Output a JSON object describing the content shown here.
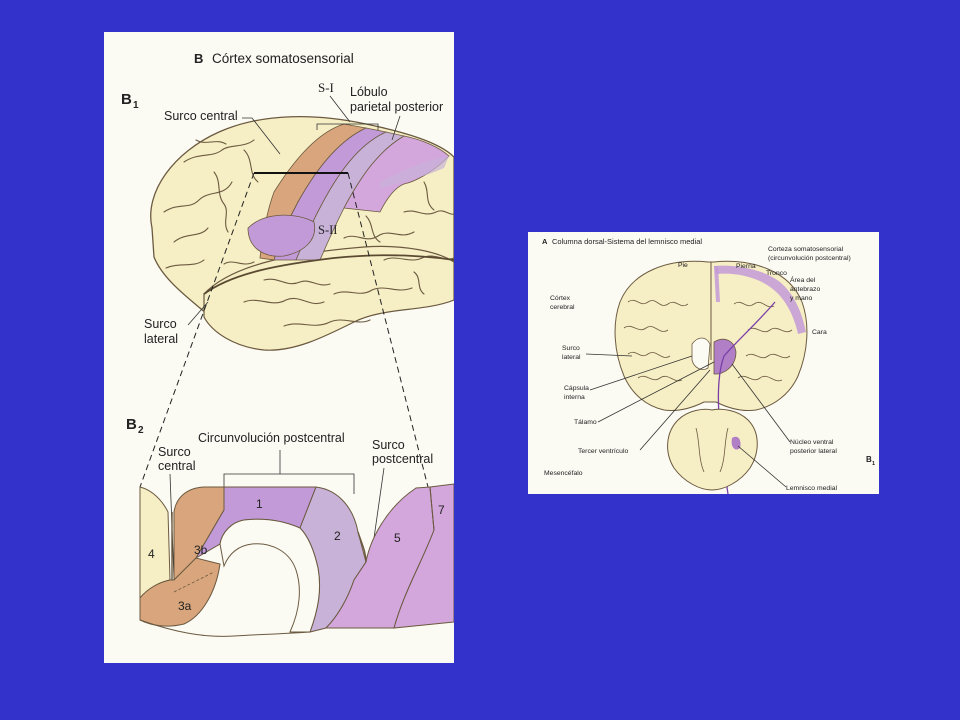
{
  "left_figure": {
    "title_letter": "B",
    "title": "Córtex somatosensorial",
    "b1": {
      "panel_label": "B",
      "panel_sub": "1",
      "surco_central": "Surco central",
      "s1": "S-I",
      "lobulo_line1": "Lóbulo",
      "lobulo_line2": "parietal posterior",
      "s2": "S-II",
      "surco_lateral_line1": "Surco",
      "surco_lateral_line2": "lateral"
    },
    "b2": {
      "panel_label": "B",
      "panel_sub": "2",
      "circunvolucion": "Circunvolución postcentral",
      "surco_central_line1": "Surco",
      "surco_central_line2": "central",
      "surco_postcentral_line1": "Surco",
      "surco_postcentral_line2": "postcentral",
      "area_4": "4",
      "area_3b": "3b",
      "area_3a": "3a",
      "area_1": "1",
      "area_2": "2",
      "area_5": "5",
      "area_7": "7"
    },
    "colors": {
      "brain": "#f6eec4",
      "orange": "#d9a57c",
      "purple": "#c39ad8",
      "lavender": "#c8b2d8",
      "pink_purple": "#d3a7dc"
    }
  },
  "right_figure": {
    "panel_letter": "A",
    "title": "Columna dorsal-Sistema del lemnisco medial",
    "corteza_line1": "Corteza somatosensorial",
    "corteza_line2": "(circunvolución postcentral)",
    "pie": "Pie",
    "pierna": "Pierna",
    "tronco": "Tronco",
    "area_line1": "Área del",
    "area_line2": "antebrazo",
    "area_line3": "y mano",
    "cara": "Cara",
    "cortex_line1": "Córtex",
    "cortex_line2": "cerebral",
    "surco_line1": "Surco",
    "surco_line2": "lateral",
    "capsula_line1": "Cápsula",
    "capsula_line2": "interna",
    "talamo": "Tálamo",
    "tercer": "Tercer ventrículo",
    "mesencefalo": "Mesencéfalo",
    "nucleo_line1": "Núcleo ventral",
    "nucleo_line2": "posterior lateral",
    "lemnisco": "Lemnisco medial",
    "panel_label": "B",
    "panel_sub": "1"
  }
}
